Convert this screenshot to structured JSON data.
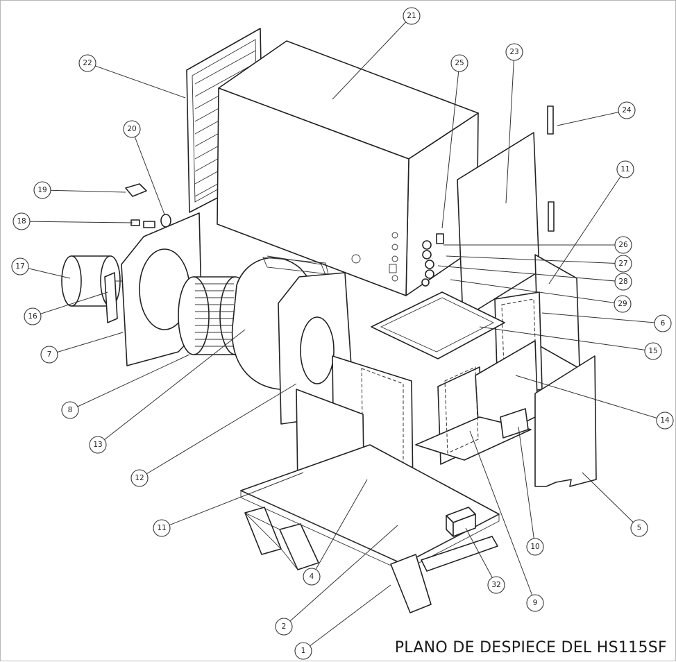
{
  "title": "PLANO DE DESPIECE DEL HS115SF",
  "callouts": [
    "21",
    "22",
    "25",
    "23",
    "24",
    "20",
    "19",
    "11",
    "18",
    "26",
    "17",
    "27",
    "28",
    "16",
    "29",
    "6",
    "15",
    "7",
    "14",
    "8",
    "13",
    "12",
    "11",
    "5",
    "10",
    "4",
    "32",
    "2",
    "9",
    "1"
  ]
}
